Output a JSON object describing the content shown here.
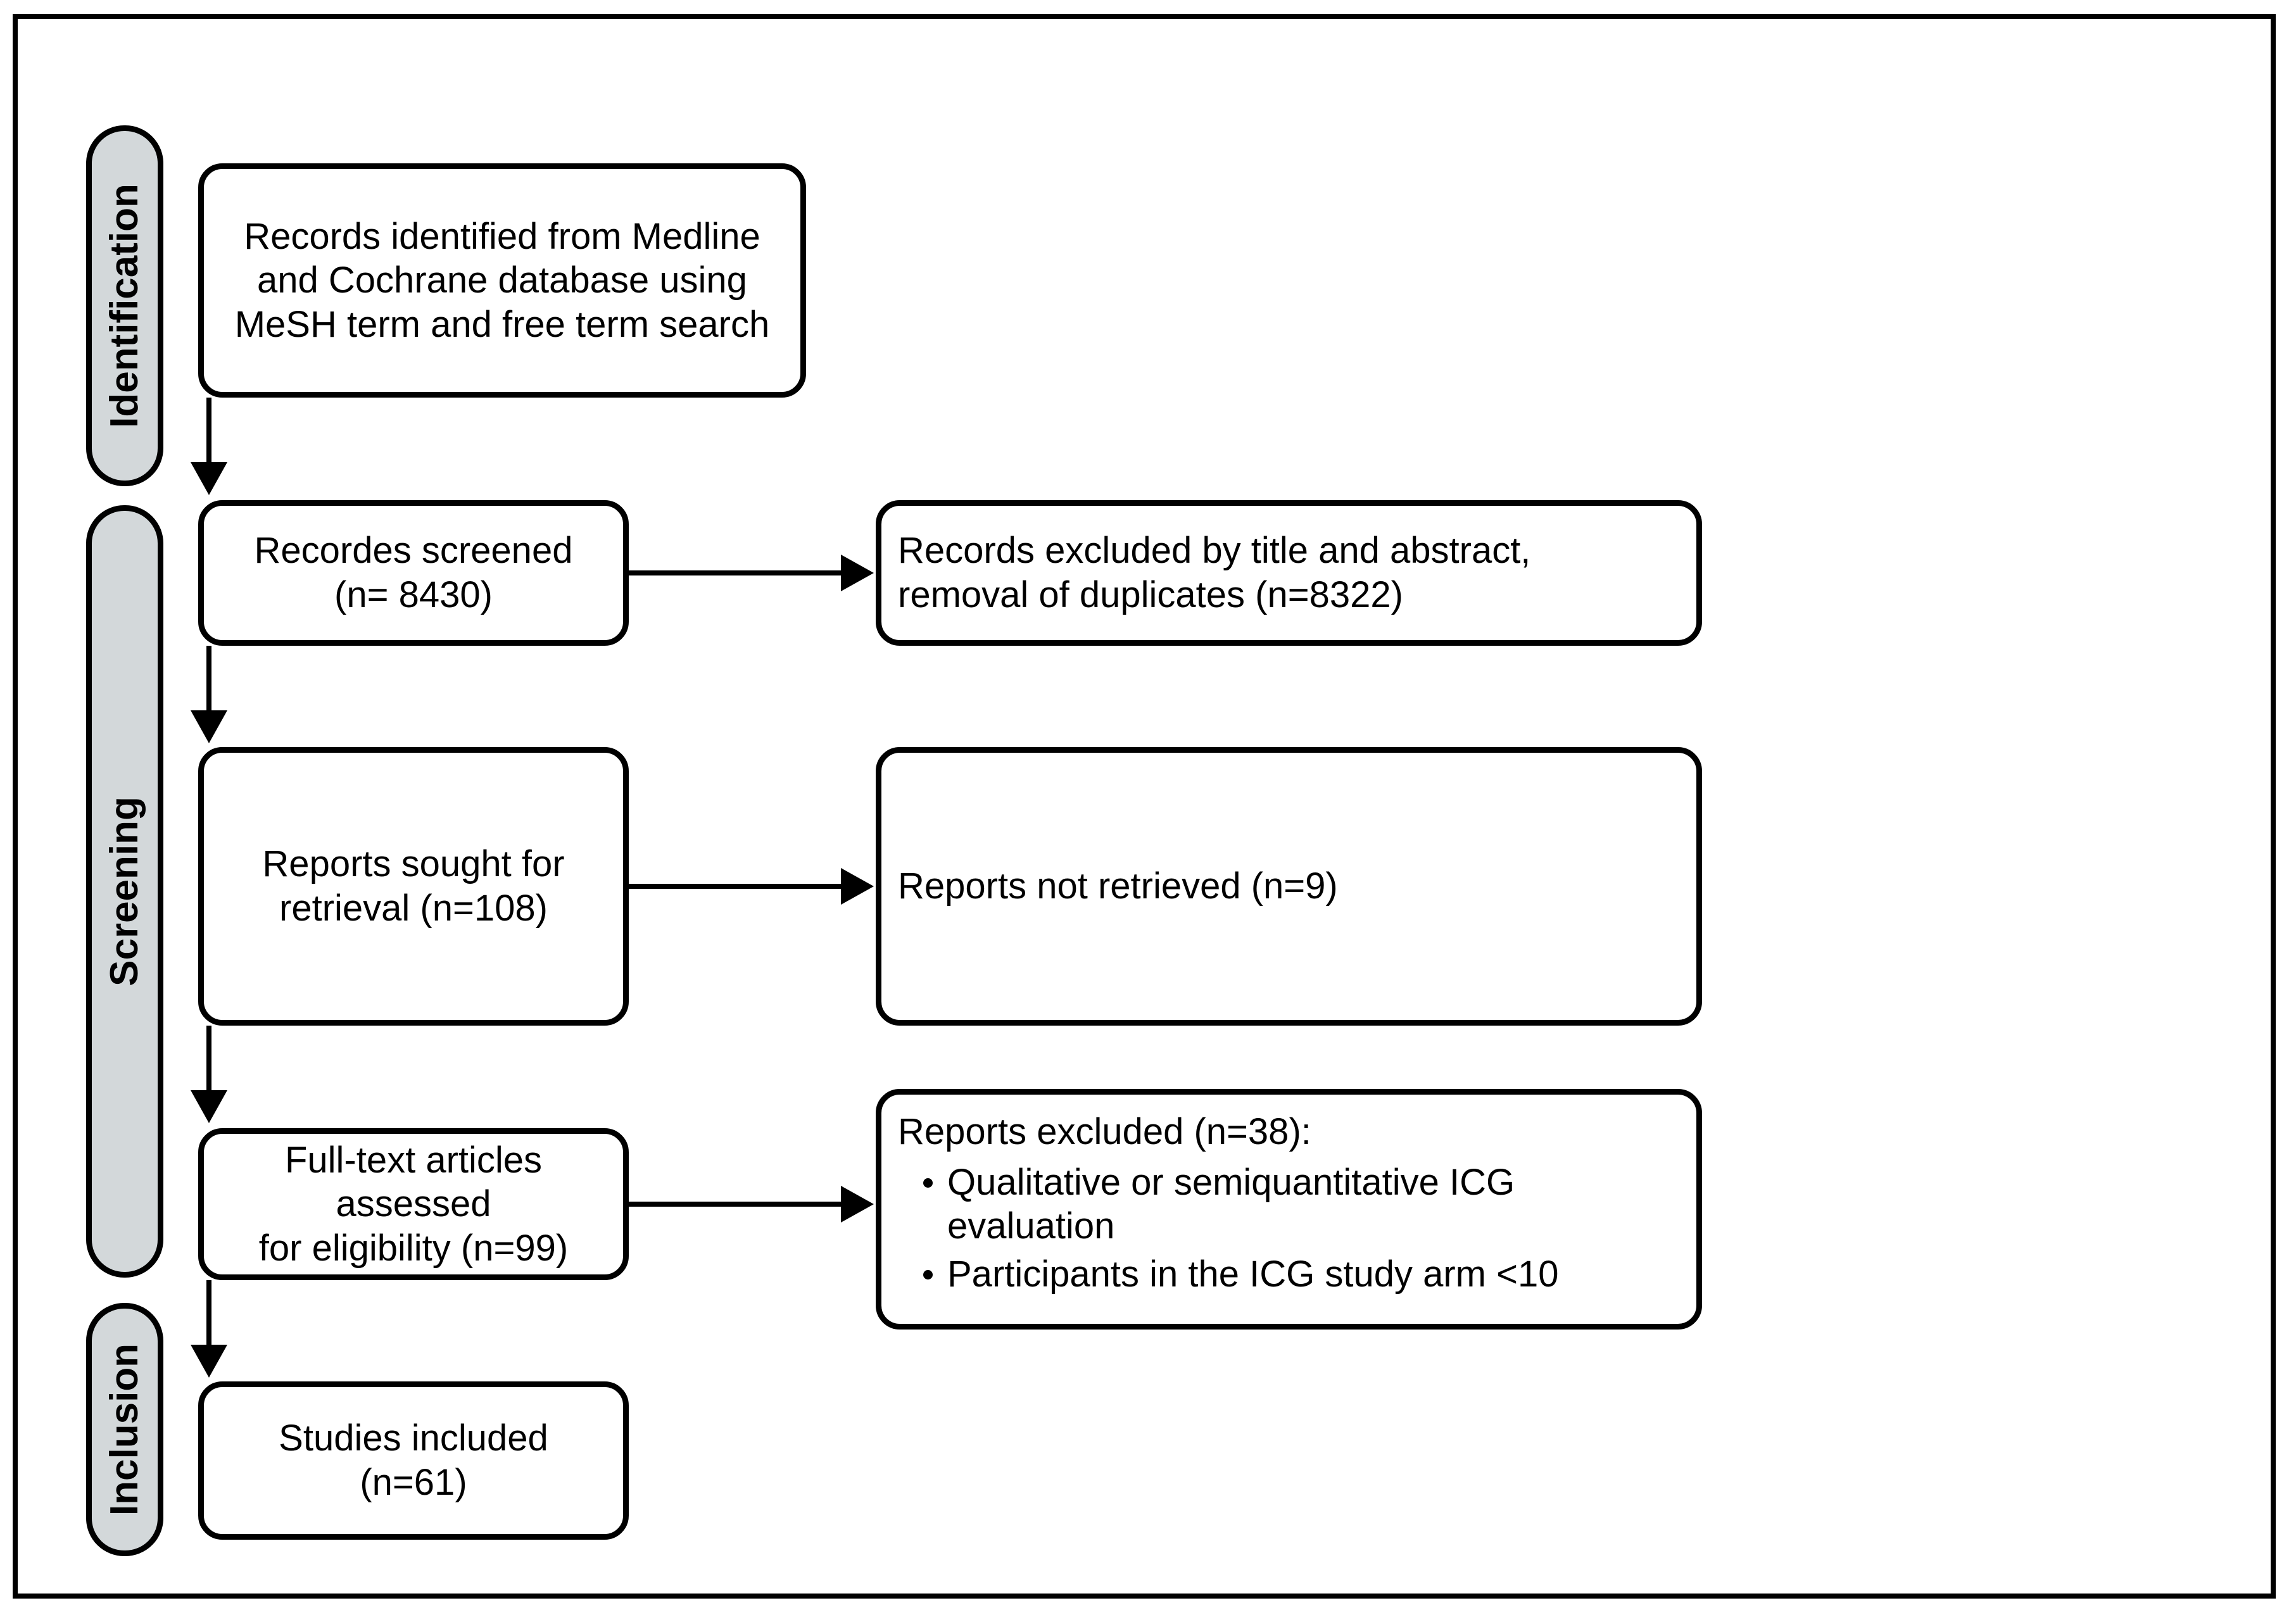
{
  "figure": {
    "type": "PRISMA flow diagram",
    "colors": {
      "stage_pill_fill": "#d3d8da",
      "stroke": "#000000",
      "box_fill": "#ffffff"
    }
  },
  "stages": [
    {
      "id": "identification",
      "label": "Identification"
    },
    {
      "id": "screening",
      "label": "Screening"
    },
    {
      "id": "inclusion",
      "label": "Inclusion"
    }
  ],
  "boxes": {
    "records_identified": {
      "text": "Records identified from Medline and Cochrane database using MeSH term and free term search"
    },
    "records_screened": {
      "line1": "Recordes screened",
      "line2": "(n= 8430)"
    },
    "records_excluded": {
      "line1": "Records excluded by title and abstract,",
      "line2": "removal of duplicates (n=8322)"
    },
    "reports_sought": {
      "line1": "Reports sought for",
      "line2": "retrieval (n=108)"
    },
    "reports_not_retrieved": {
      "text": "Reports not retrieved (n=9)"
    },
    "fulltext_assessed": {
      "line1": "Full-text articles assessed",
      "line2": "for eligibility (n=99)"
    },
    "reports_excluded": {
      "heading": "Reports excluded (n=38):",
      "items": [
        "Qualitative or semiquantitative ICG evaluation",
        "Participants in the ICG study arm <10"
      ]
    },
    "studies_included": {
      "text": "Studies included (n=61)"
    }
  },
  "chart_data": {
    "type": "flowchart",
    "title": "PRISMA flow diagram",
    "nodes": [
      {
        "id": "records_identified",
        "stage": "Identification",
        "label": "Records identified from Medline and Cochrane database using MeSH term and free term search",
        "n": null
      },
      {
        "id": "records_screened",
        "stage": "Screening",
        "label": "Recordes screened (n= 8430)",
        "n": 8430
      },
      {
        "id": "records_excluded",
        "stage": "Screening",
        "label": "Records excluded by title and abstract, removal of duplicates (n=8322)",
        "n": 8322
      },
      {
        "id": "reports_sought",
        "stage": "Screening",
        "label": "Reports sought for retrieval (n=108)",
        "n": 108
      },
      {
        "id": "reports_not_retrieved",
        "stage": "Screening",
        "label": "Reports not retrieved (n=9)",
        "n": 9
      },
      {
        "id": "fulltext_assessed",
        "stage": "Screening",
        "label": "Full-text articles assessed for eligibility (n=99)",
        "n": 99
      },
      {
        "id": "reports_excluded",
        "stage": "Screening",
        "label": "Reports excluded (n=38)",
        "n": 38
      },
      {
        "id": "studies_included",
        "stage": "Inclusion",
        "label": "Studies included (n=61)",
        "n": 61
      }
    ],
    "edges": [
      {
        "from": "records_identified",
        "to": "records_screened",
        "direction": "down"
      },
      {
        "from": "records_screened",
        "to": "records_excluded",
        "direction": "right"
      },
      {
        "from": "records_screened",
        "to": "reports_sought",
        "direction": "down"
      },
      {
        "from": "reports_sought",
        "to": "reports_not_retrieved",
        "direction": "right"
      },
      {
        "from": "reports_sought",
        "to": "fulltext_assessed",
        "direction": "down"
      },
      {
        "from": "fulltext_assessed",
        "to": "reports_excluded",
        "direction": "right"
      },
      {
        "from": "fulltext_assessed",
        "to": "studies_included",
        "direction": "down"
      }
    ]
  }
}
